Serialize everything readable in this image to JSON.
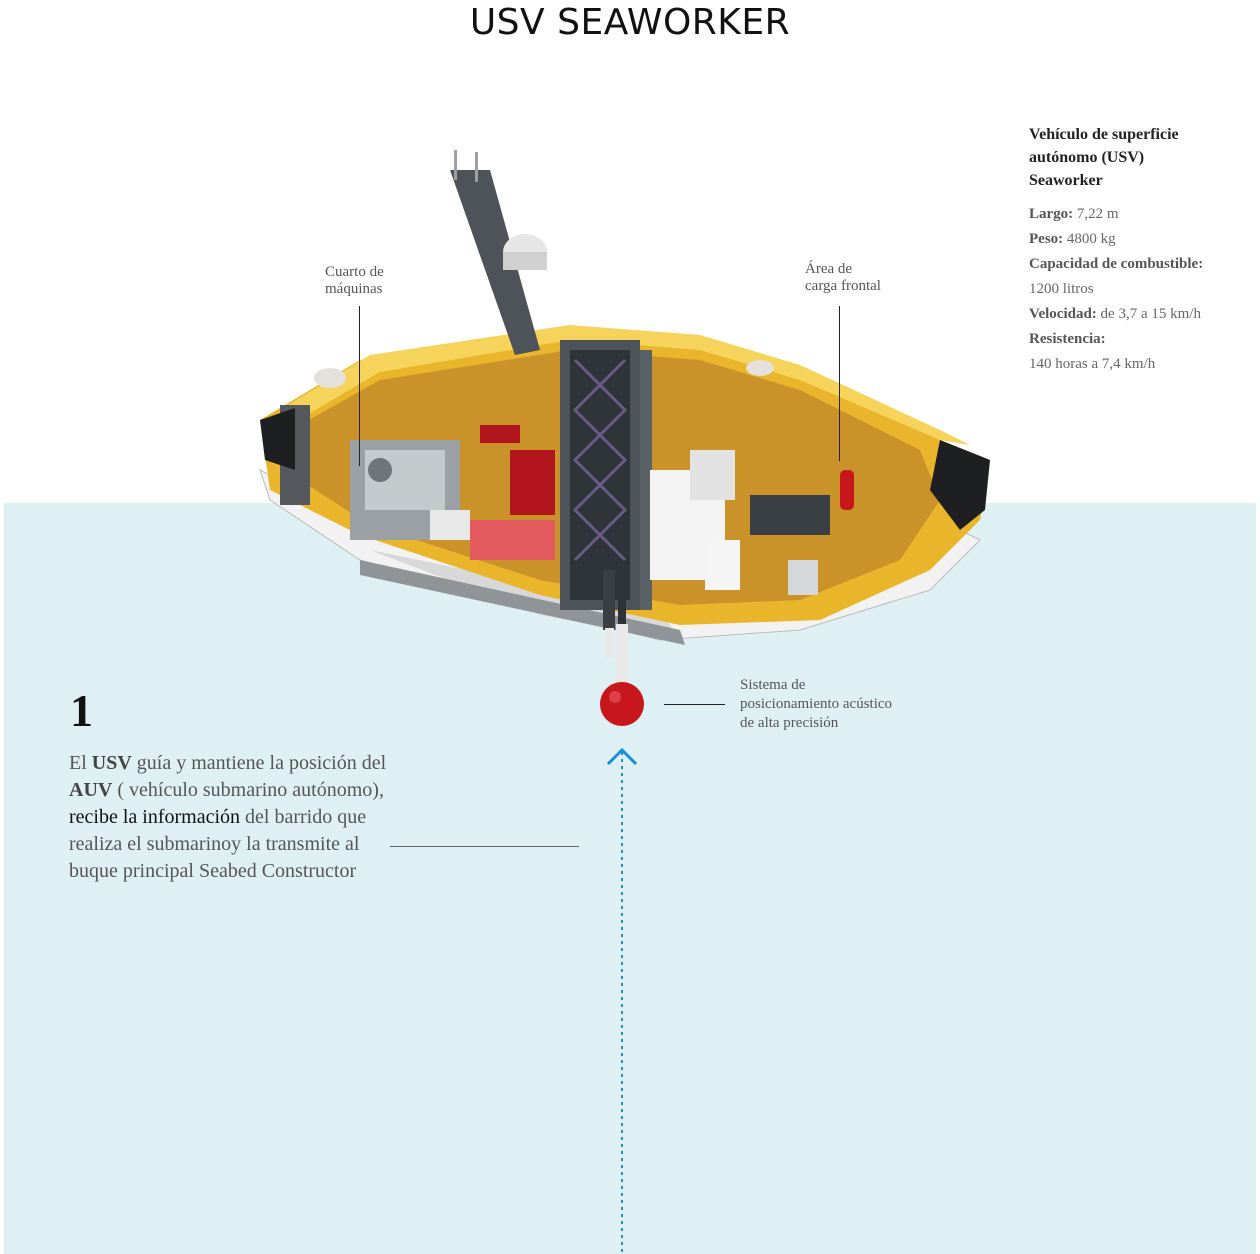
{
  "title": "USV SEAWORKER",
  "specs": {
    "heading": "Vehículo de superficie\nautónomo (USV)\nSeaworker",
    "items": [
      {
        "label": "Largo:",
        "value": "7,22 m"
      },
      {
        "label": "Peso:",
        "value": "4800 kg"
      },
      {
        "label": "Capacidad de combustible:",
        "value": "1200 litros"
      },
      {
        "label": "Velocidad:",
        "value": "de 3,7 a 15 km/h"
      },
      {
        "label": "Resistencia:",
        "value": "140 horas a 7,4 km/h"
      }
    ]
  },
  "labels": {
    "engine_room": "Cuarto de\nmáquinas",
    "cargo_area": "Área de\ncarga frontal",
    "acoustic_system": "Sistema de\nposicionamiento acústico\nde alta precisión"
  },
  "step": {
    "number": "1",
    "t1": "El ",
    "usv": "USV",
    "t2": " guía y mantiene la posición del ",
    "auv": "AUV",
    "t3": " ( vehículo submarino autónomo), ",
    "highlight": "recibe la información",
    "t4": " del barrido que realiza el submarinoy la transmite al buque principal Seabed Constructor"
  },
  "colors": {
    "sea": "#dff0f5",
    "hull_yellow": "#e9b52a",
    "beacon_red": "#c8161d",
    "arrow_blue": "#1a8fd6"
  }
}
